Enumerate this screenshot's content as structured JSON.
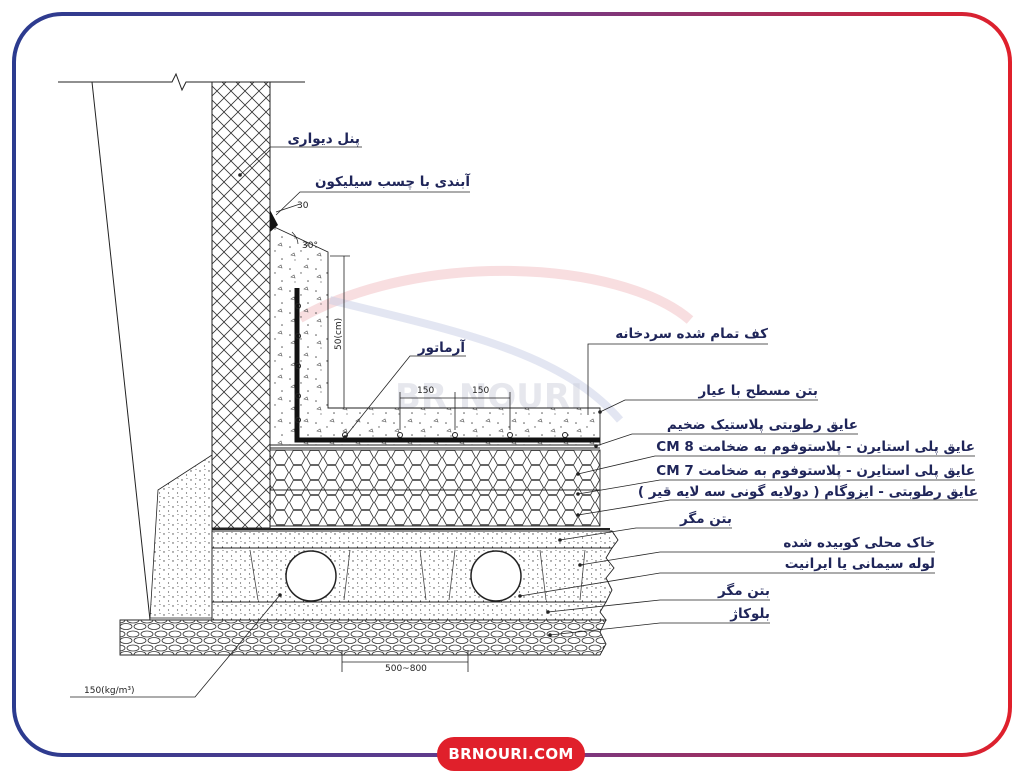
{
  "colors": {
    "frame_left": "#2b3b8f",
    "frame_right": "#e0202b",
    "label_text": "#1f2559",
    "badge": "#e0202b"
  },
  "watermark": "BR NOURI",
  "site_badge": "BRNOURI.COM",
  "labels": {
    "wall_panel": "پنل دیواری",
    "sealing": "آبندی با چسب سیلیکون",
    "rebar": "آرماتور",
    "finished_floor": "کف تمام شده سردخانه",
    "screed": "بتن مسطح با عیار",
    "plastic_barrier": "عایق رطوبتی پلاستیک ضخیم",
    "eps_8": "عایق پلی استایرن - پلاستوفوم به ضخامت 8 CM",
    "eps_7": "عایق پلی استایرن - پلاستوفوم به ضخامت 7 CM",
    "isogam": "عایق رطوبتی - ایزوگام ( دولایه گونی سه لایه قیر )",
    "lean_concrete_1": "بتن مگر",
    "compacted_soil": "خاک محلی کوبیده شده",
    "cement_pipe": "لوله سیمانی یا ایرانیت",
    "lean_concrete_2": "بتن  مگر",
    "ballast": "بلوکاژ"
  },
  "dimensions": {
    "chamfer_30": "30",
    "angle_30": "30°",
    "height_50": "50(cm)",
    "spacing_a": "150",
    "spacing_b": "150",
    "pipe_spacing": "500~800",
    "density": "150(kg/m³)"
  }
}
